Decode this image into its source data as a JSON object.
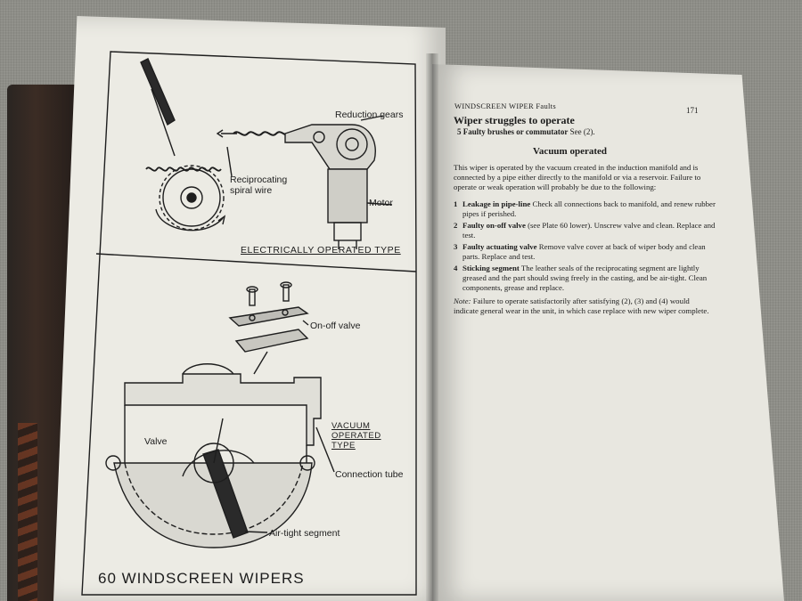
{
  "left_page": {
    "top_caption": "ELECTRICALLY OPERATED TYPE",
    "labels": {
      "reduction_gears": "Reduction gears",
      "reciprocating_wire": "Reciprocating\nspiral wire",
      "motor": "Motor",
      "on_off_valve": "On-off valve",
      "valve": "Valve",
      "connection_tube": "Connection tube",
      "air_tight_segment": "Air-tight segment",
      "vacuum_caption": "VACUUM\nOPERATED\nTYPE"
    },
    "footer": "60 WINDSCREEN WIPERS"
  },
  "right_page": {
    "running_head": "WINDSCREEN WIPER  Faults",
    "page_number": "171",
    "section_title": "Wiper struggles to operate",
    "item5": {
      "num": "5",
      "title": "Faulty brushes or commutator",
      "text": "See (2)."
    },
    "subheading": "Vacuum operated",
    "intro": "This wiper is operated by the vacuum created in the induction manifold and is connected by a pipe either directly to the manifold or via a reservoir. Failure to operate or weak operation will probably be due to the following:",
    "faults": [
      {
        "num": "1",
        "title": "Leakage in pipe-line",
        "text": "Check all connections back to manifold, and renew rubber pipes if perished."
      },
      {
        "num": "2",
        "title": "Faulty on-off valve",
        "text": "(see Plate 60 lower). Unscrew valve and clean. Replace and test."
      },
      {
        "num": "3",
        "title": "Faulty actuating valve",
        "text": "Remove valve cover at back of wiper body and clean parts. Replace and test."
      },
      {
        "num": "4",
        "title": "Sticking segment",
        "text": "The leather seals of the reciprocating segment are lightly greased and the part should swing freely in the casting, and be air-tight. Clean components, grease and replace."
      }
    ],
    "note_label": "Note:",
    "note_text": "Failure to operate satisfactorily after satisfying (2), (3) and (4) would indicate general wear in the unit, in which case replace with new wiper complete."
  }
}
